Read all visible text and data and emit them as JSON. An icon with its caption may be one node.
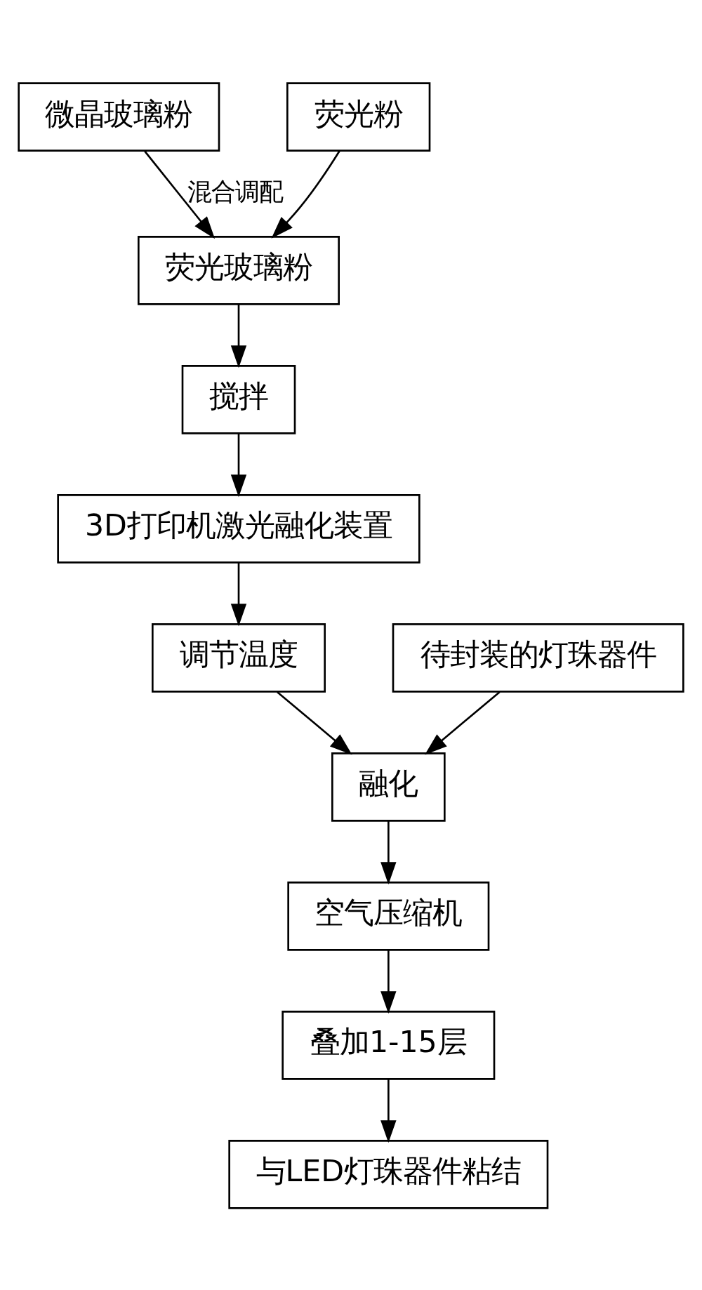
{
  "diagram": {
    "nodes": [
      {
        "text": [
          "微晶玻璃粉"
        ]
      },
      {
        "text": [
          "荧光粉"
        ]
      },
      {
        "text": [
          "荧光玻璃粉"
        ]
      },
      {
        "text": [
          "搅拌"
        ]
      },
      {
        "text": [
          "3D打印机激光融化装置"
        ]
      },
      {
        "text": [
          "调节温度"
        ]
      },
      {
        "text": [
          "待封装的灯珠器件"
        ]
      },
      {
        "text": [
          "融化"
        ]
      },
      {
        "text": [
          "空气压缩机"
        ]
      },
      {
        "text": [
          "叠加1-15层"
        ]
      },
      {
        "text": [
          "与LED灯珠器件粘结"
        ]
      }
    ],
    "edges": [
      {
        "from": 0,
        "to": 2,
        "arrow": "to",
        "label": "混合调配"
      },
      {
        "from": 1,
        "to": 2,
        "arrow": "to"
      },
      {
        "from": 2,
        "to": 3,
        "arrow": "to"
      },
      {
        "from": 3,
        "to": 4,
        "arrow": "to"
      },
      {
        "from": 4,
        "to": 5,
        "arrow": "to"
      },
      {
        "from": 5,
        "to": 7,
        "arrow": "to"
      },
      {
        "from": 6,
        "to": 7,
        "arrow": "to"
      },
      {
        "from": 7,
        "to": 8,
        "arrow": "to"
      },
      {
        "from": 8,
        "to": 9,
        "arrow": "to"
      },
      {
        "from": 9,
        "to": 10,
        "arrow": "to"
      }
    ]
  }
}
